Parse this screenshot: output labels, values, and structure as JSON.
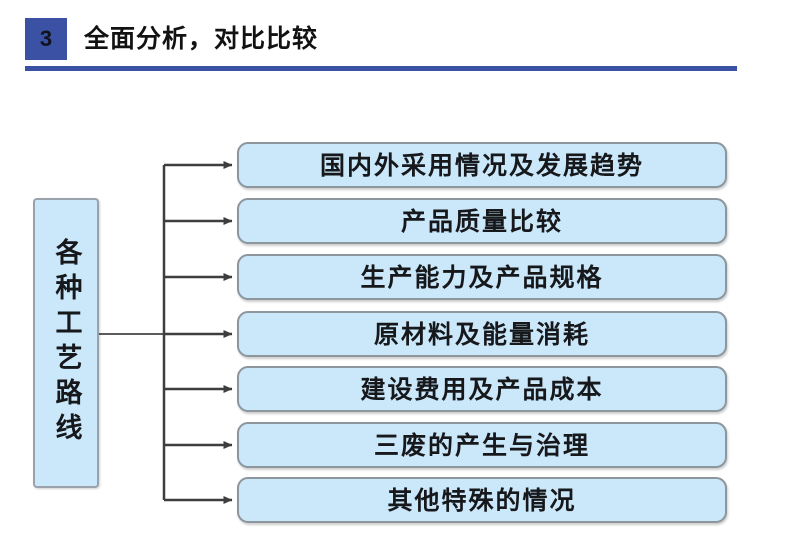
{
  "header": {
    "section_number": "3",
    "title": "全面分析，对比比较",
    "badge_color": "#3A51A4",
    "rule_color": "#3A51A4"
  },
  "diagram": {
    "type": "tree",
    "orientation": "left-to-right",
    "node_fill_color": "#CBE7FA",
    "node_border_color": "#8D959D",
    "connector_color": "#3E3E3E",
    "root": {
      "label": "各种工艺路线",
      "characters": [
        "各",
        "种",
        "工",
        "艺",
        "路",
        "线"
      ],
      "text_direction": "vertical"
    },
    "branches": [
      {
        "label": "国内外采用情况及发展趋势"
      },
      {
        "label": "产品质量比较"
      },
      {
        "label": "生产能力及产品规格"
      },
      {
        "label": "原材料及能量消耗"
      },
      {
        "label": "建设费用及产品成本"
      },
      {
        "label": "三废的产生与治理"
      },
      {
        "label": "其他特殊的情况"
      }
    ]
  }
}
